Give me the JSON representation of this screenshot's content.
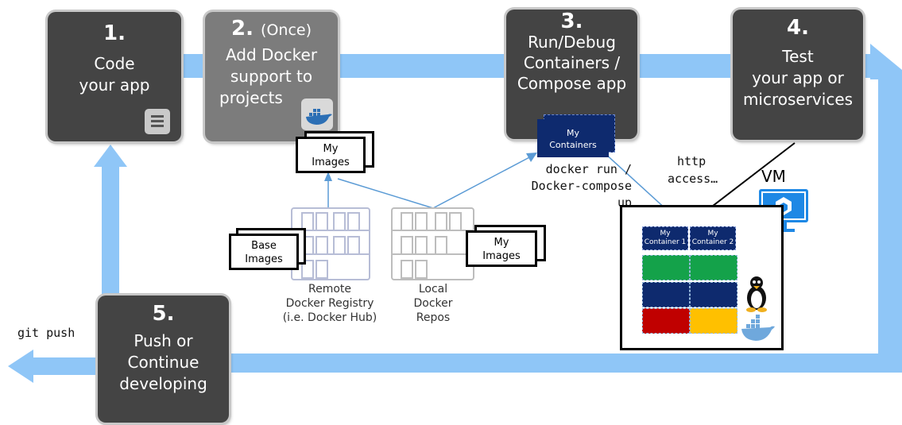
{
  "steps": {
    "s1": {
      "num": "1.",
      "lines": [
        "Code",
        "your app"
      ]
    },
    "s2": {
      "num": "2.",
      "once": "(Once)",
      "lines": [
        "Add Docker",
        "support to",
        "projects"
      ]
    },
    "s3": {
      "num": "3.",
      "lines": [
        "Run/Debug",
        "Containers /",
        "Compose app"
      ]
    },
    "s4": {
      "num": "4.",
      "lines": [
        "Test",
        "your app or",
        "microservices"
      ]
    },
    "s5": {
      "num": "5.",
      "lines": [
        "Push or",
        "Continue",
        "developing"
      ]
    }
  },
  "images": {
    "my_images_top": [
      "My",
      "Images"
    ],
    "base_images": [
      "Base",
      "Images"
    ],
    "my_images_local": [
      "My",
      "Images"
    ],
    "my_containers": [
      "My",
      "Containers"
    ]
  },
  "registries": {
    "remote": [
      "Remote",
      "Docker Registry",
      "(i.e. Docker Hub)"
    ],
    "local": [
      "Local",
      "Docker",
      "Repos"
    ]
  },
  "commands": {
    "docker_run": [
      "docker run /",
      "Docker-compose up"
    ],
    "http": [
      "http",
      "access…"
    ],
    "git_push": "git push"
  },
  "vm": {
    "label": "VM",
    "container1": [
      "My",
      "Container 1"
    ],
    "container2": [
      "My",
      "Container 2"
    ]
  },
  "colors": {
    "flow_arrow": "#8fc6f7",
    "card_dark": "#444444",
    "card_light": "#7c7c7c",
    "navy": "#0e2a6e",
    "green": "#14a24a",
    "red": "#c00000",
    "yellow": "#ffc000",
    "link_blue": "#5b9bd5",
    "vm_icon": "#1e88e5"
  }
}
